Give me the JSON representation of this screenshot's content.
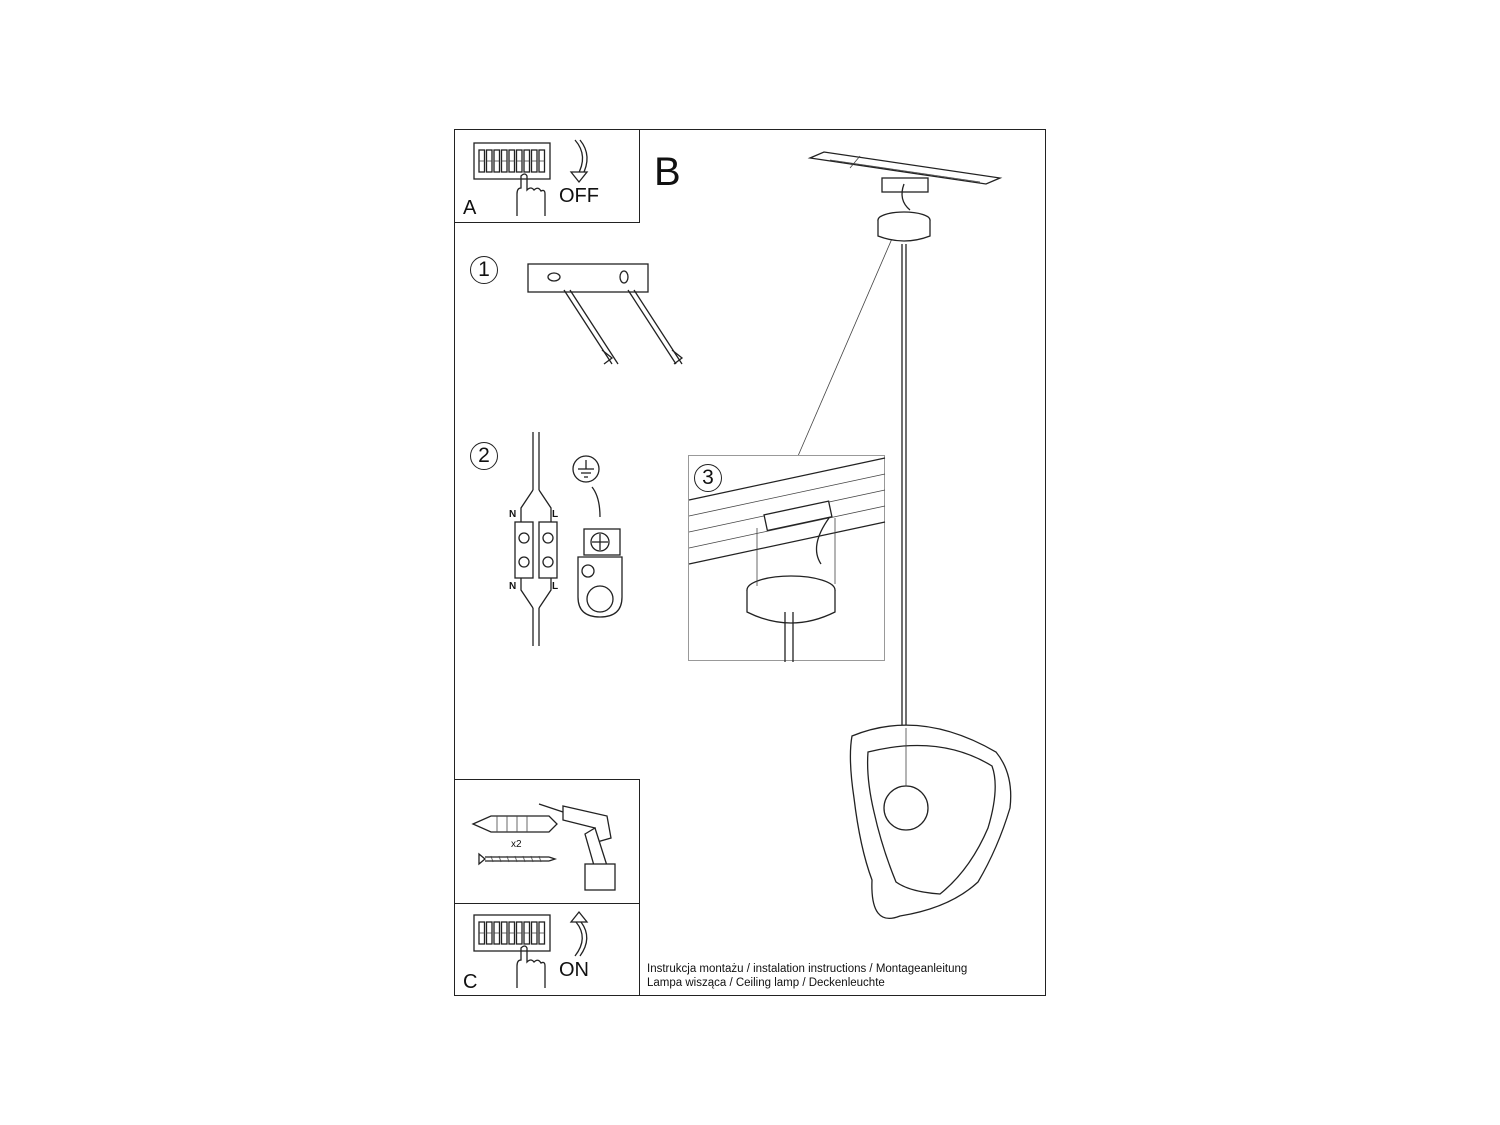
{
  "panels": {
    "a": {
      "letter": "A",
      "switch_label": "OFF"
    },
    "b": {
      "letter": "B"
    },
    "c": {
      "letter": "C",
      "switch_label": "ON"
    },
    "tools": {
      "quantity": "x2"
    }
  },
  "steps": [
    "1",
    "2",
    "3"
  ],
  "wiring": {
    "neutral": "N",
    "live": "L"
  },
  "caption": {
    "line1": "Instrukcja montażu / instalation instructions / Montageanleitung",
    "line2": "Lampa wisząca / Ceiling lamp  / Deckenleuchte"
  },
  "icons": [
    "breaker-panel-icon",
    "hand-icon",
    "curved-arrow-down-icon",
    "curved-arrow-up-icon",
    "ground-symbol-icon",
    "drill-icon",
    "wall-plug-icon",
    "screw-icon"
  ]
}
